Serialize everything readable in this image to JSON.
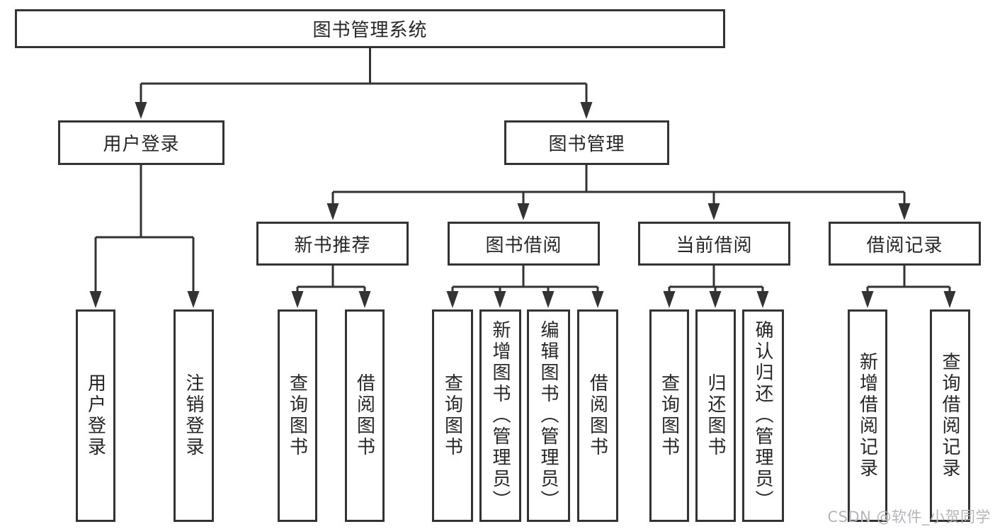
{
  "diagram": {
    "root": "图书管理系统",
    "branches": [
      {
        "label": "用户登录",
        "leaves": [
          "用户登录",
          "注销登录"
        ]
      },
      {
        "label": "图书管理",
        "groups": [
          {
            "label": "新书推荐",
            "leaves": [
              "查询图书",
              "借阅图书"
            ]
          },
          {
            "label": "图书借阅",
            "leaves": [
              "查询图书",
              "新增图书（管理员）",
              "编辑图书（管理员）",
              "借阅图书"
            ]
          },
          {
            "label": "当前借阅",
            "leaves": [
              "查询图书",
              "归还图书",
              "确认归还（管理员）"
            ]
          },
          {
            "label": "借阅记录",
            "leaves": [
              "新增借阅记录",
              "查询借阅记录"
            ]
          }
        ]
      }
    ]
  },
  "colors": {
    "line": "#333333",
    "box_background": "#ffffff",
    "text": "#262626",
    "watermark": "#b2b6ba"
  },
  "watermark": "CSDN @软件_小贺同学"
}
